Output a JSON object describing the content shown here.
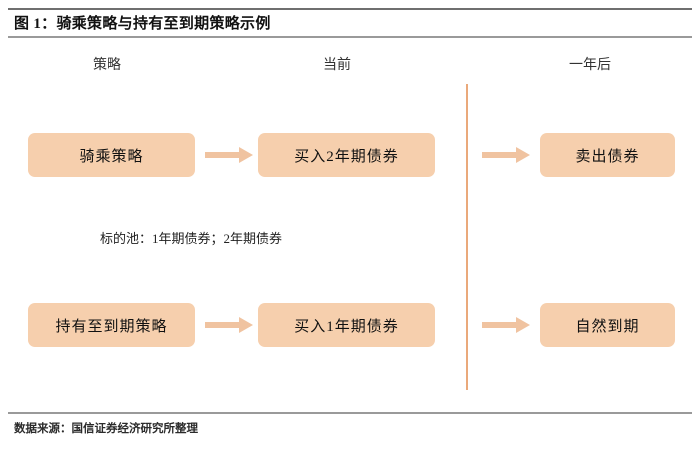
{
  "figure": {
    "title": "图 1：骑乘策略与持有至到期策略示例",
    "source": "数据来源：国信证券经济研究所整理"
  },
  "columns": {
    "strategy": "策略",
    "now": "当前",
    "after_one_year": "一年后"
  },
  "rows": [
    {
      "strategy_box": "骑乘策略",
      "now_box": "买入2年期债券",
      "after_box": "卖出债券"
    },
    {
      "strategy_box": "持有至到期策略",
      "now_box": "买入1年期债券",
      "after_box": "自然到期"
    }
  ],
  "pool_note": "标的池：1年期债券；2年期债券",
  "colors": {
    "box_fill": "#F6CFAD",
    "arrow": "#F0C3A0",
    "divider": "#EAA97B",
    "rule": "#9A9A9A",
    "text": "#111111"
  }
}
